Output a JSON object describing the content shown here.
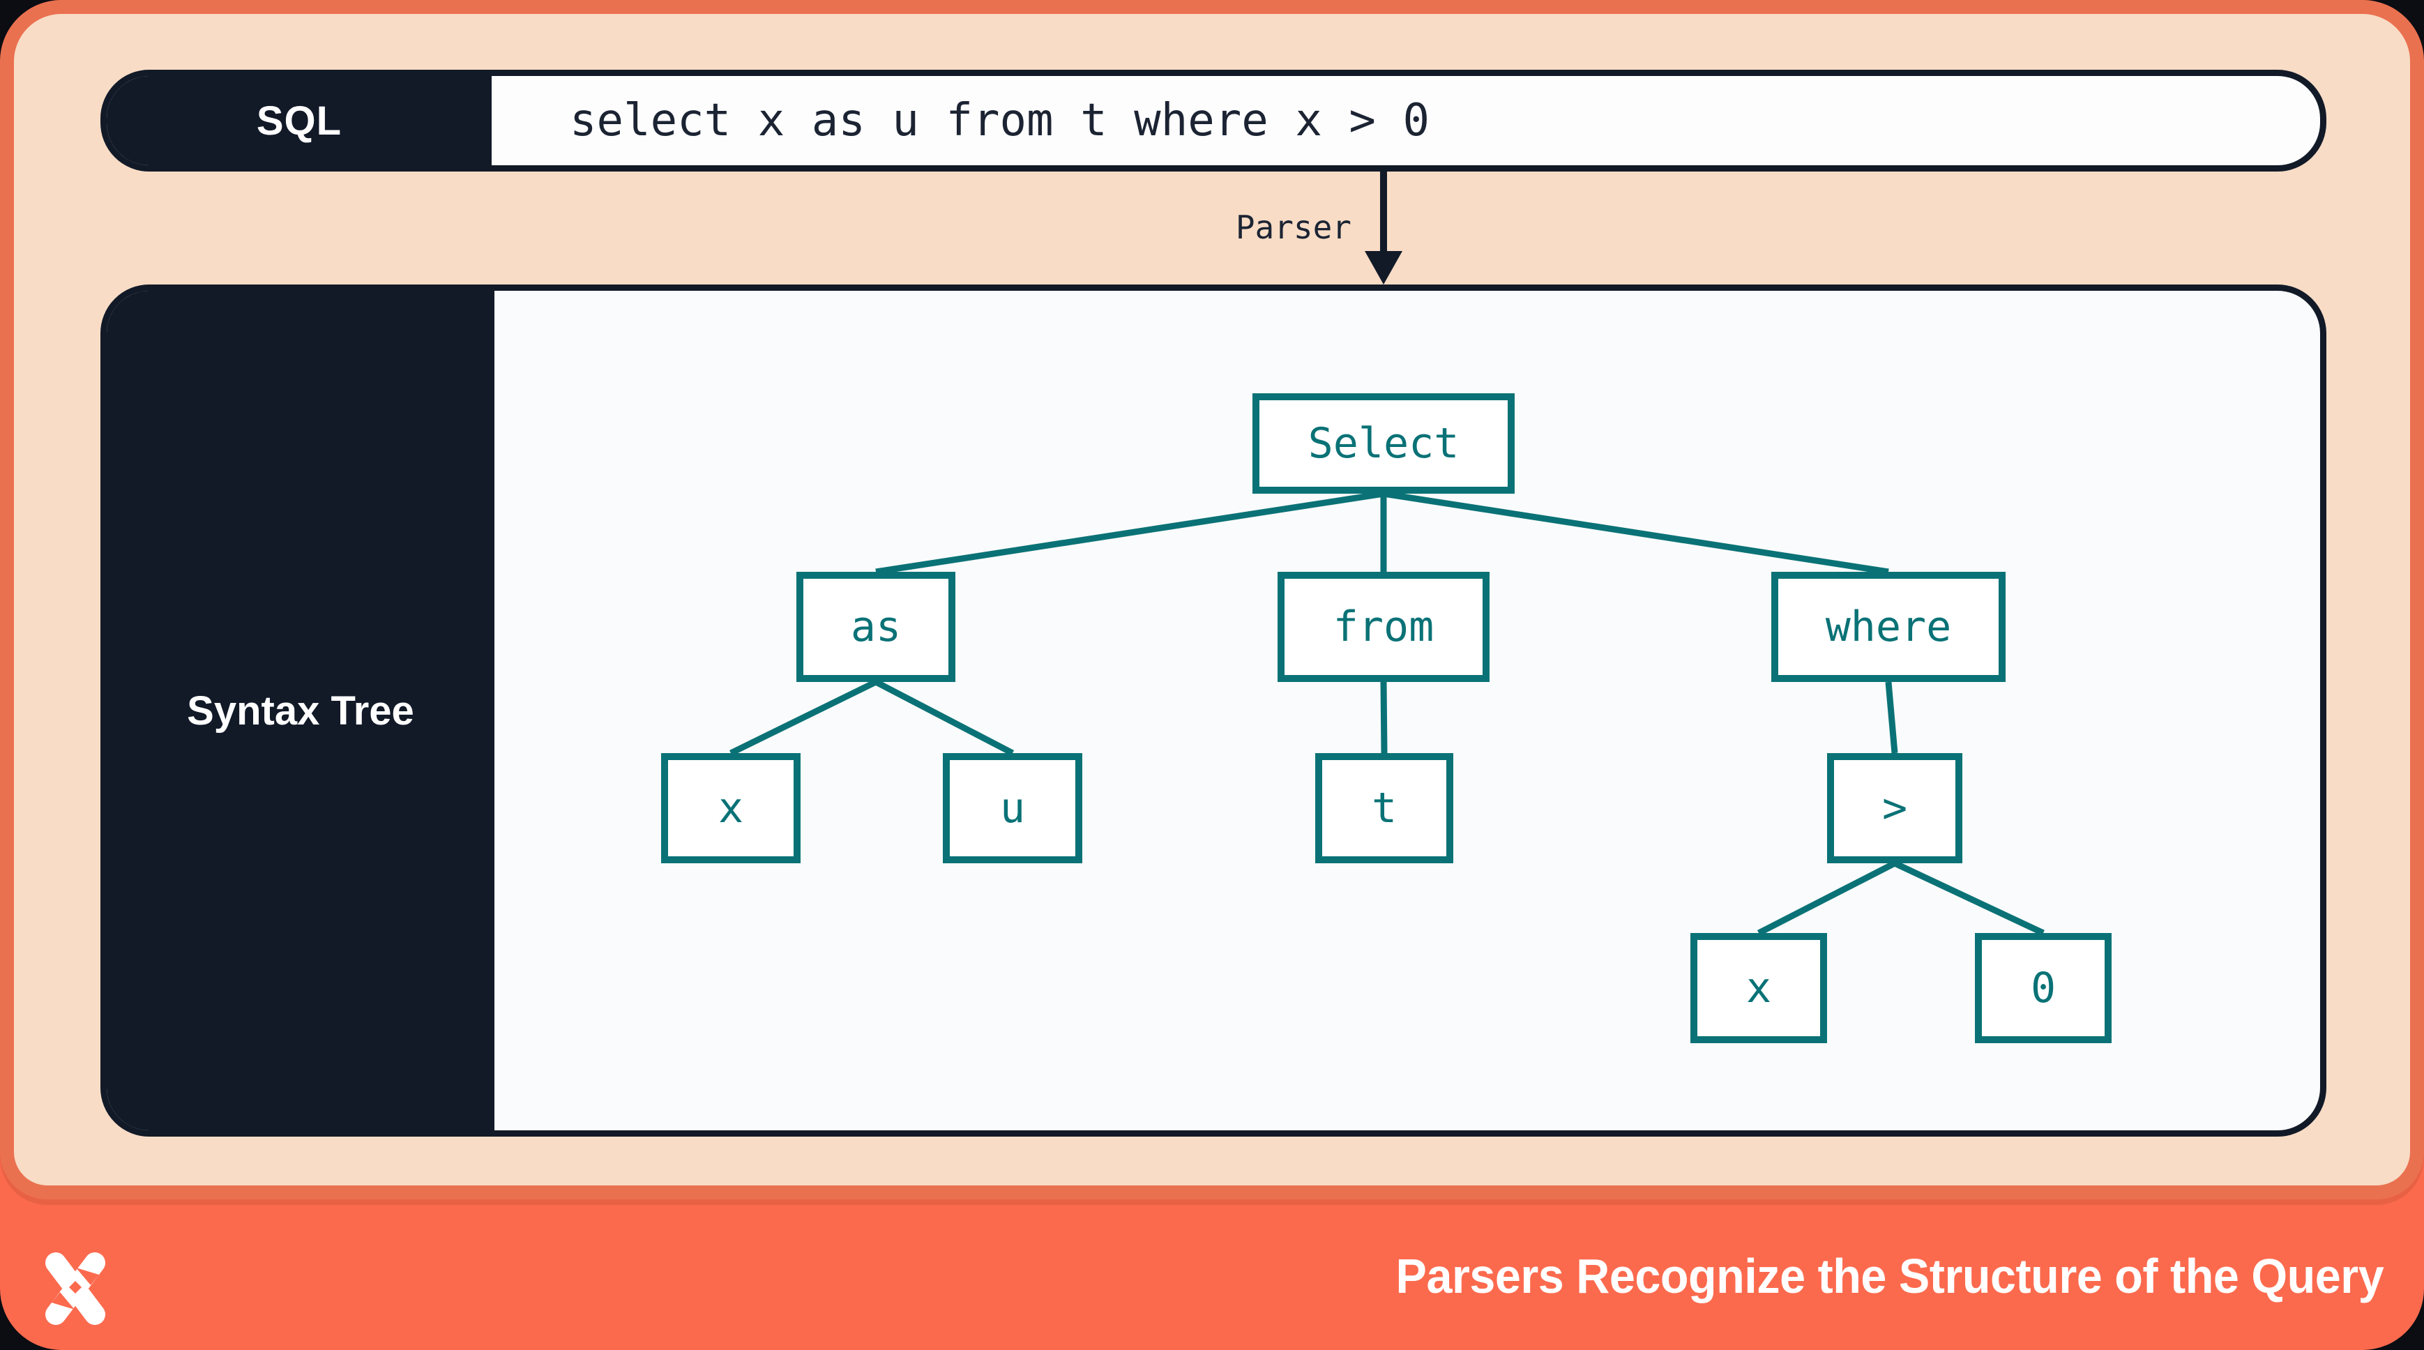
{
  "colors": {
    "page_bg": "#0b0d12",
    "frame_coral": "#ea7150",
    "footer_coral": "#fc6a4e",
    "peach": "#f8dcc6",
    "navy": "#121a28",
    "panel_bg": "#fafbfc",
    "teal": "#0a7276",
    "white": "#ffffff"
  },
  "sql_bar": {
    "label": "SQL",
    "query": "select x as u from t where x > 0"
  },
  "parser_arrow": {
    "label": "Parser"
  },
  "tree_panel": {
    "label": "Syntax Tree",
    "nodes": [
      {
        "id": "select",
        "label": "Select"
      },
      {
        "id": "as",
        "label": "as"
      },
      {
        "id": "from",
        "label": "from"
      },
      {
        "id": "where",
        "label": "where"
      },
      {
        "id": "x1",
        "label": "x"
      },
      {
        "id": "u",
        "label": "u"
      },
      {
        "id": "t",
        "label": "t"
      },
      {
        "id": "gt",
        "label": ">"
      },
      {
        "id": "x2",
        "label": "x"
      },
      {
        "id": "zero",
        "label": "0"
      }
    ],
    "edges": [
      {
        "from": "select",
        "to": "as"
      },
      {
        "from": "select",
        "to": "from"
      },
      {
        "from": "select",
        "to": "where"
      },
      {
        "from": "as",
        "to": "x1"
      },
      {
        "from": "as",
        "to": "u"
      },
      {
        "from": "from",
        "to": "t"
      },
      {
        "from": "where",
        "to": "gt"
      },
      {
        "from": "gt",
        "to": "x2"
      },
      {
        "from": "gt",
        "to": "zero"
      }
    ]
  },
  "footer": {
    "title": "Parsers Recognize the Structure of the Query",
    "logo": "x-star-logo"
  }
}
